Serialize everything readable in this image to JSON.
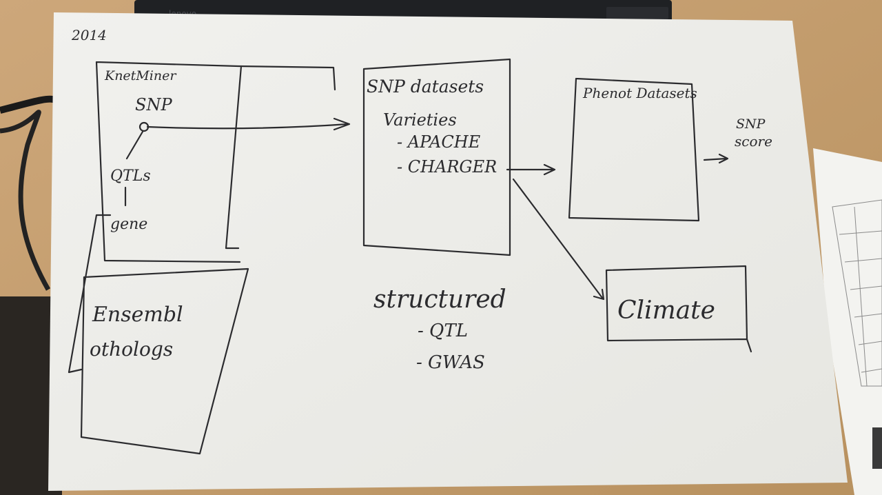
{
  "year": "2014",
  "laptop_brand": "lenovo",
  "knetminer": {
    "title": "KnetMiner",
    "snp": "SNP",
    "qtls": "QTLs",
    "gene": "gene"
  },
  "snp_datasets": {
    "title": "SNP datasets",
    "varieties": "Varieties",
    "item1": "- APACHE",
    "item2": "- CHARGER"
  },
  "phenot_datasets": {
    "title": "Phenot Datasets"
  },
  "snp_score": {
    "line1": "SNP",
    "line2": "score"
  },
  "climate": {
    "label": "Climate"
  },
  "ensembl": {
    "line1": "Ensembl",
    "line2": "othologs"
  },
  "structured": {
    "title": "structured",
    "item1": "- QTL",
    "item2": "- GWAS"
  },
  "colors": {
    "ink": "#2b2b2e",
    "paper": "#eeeee9",
    "desk": "#caa77e",
    "laptop": "#1f2124"
  }
}
